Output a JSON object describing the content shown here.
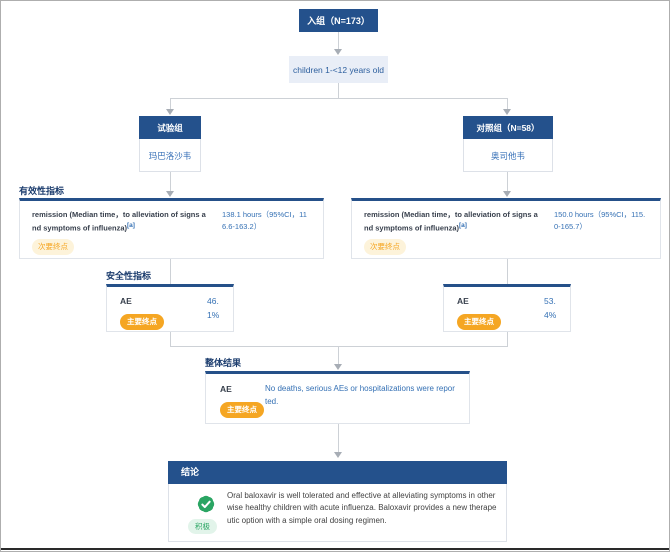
{
  "colors": {
    "primary_blue": "#24518c",
    "link_blue": "#3470b4",
    "accent_orange": "#f5a623",
    "positive_green": "#2aa563"
  },
  "enroll": {
    "label": "入组（N=173）"
  },
  "population": {
    "label": "children 1-<12 years old"
  },
  "groups": [
    {
      "header": "试验组",
      "drug": "玛巴洛沙韦"
    },
    {
      "header": "对照组（N=58）",
      "drug": "奥司他韦"
    }
  ],
  "efficacy": {
    "section_label": "有效性指标",
    "metric": "remission (Median time，to alleviation of signs and symptoms of influenza)",
    "metric_sup": "[a]",
    "badge": "次要终点",
    "values": [
      "138.1 hours（95%CI，116.6-163.2）",
      "150.0 hours（95%CI，115.0-165.7）"
    ]
  },
  "safety": {
    "section_label": "安全性指标",
    "metric": "AE",
    "badge": "主要终点",
    "values": [
      "46.1%",
      "53.4%"
    ]
  },
  "overall": {
    "section_label": "整体结果",
    "metric": "AE",
    "badge": "主要终点",
    "value": "No deaths, serious AEs or hospitalizations were reported."
  },
  "conclusion": {
    "header": "结论",
    "icon": "verified-badge-icon",
    "sentiment": "积极",
    "text": "Oral baloxavir is well tolerated and effective at alleviating symptoms in otherwise healthy children with acute influenza. Baloxavir provides a new therapeutic option with a simple oral dosing regimen."
  }
}
